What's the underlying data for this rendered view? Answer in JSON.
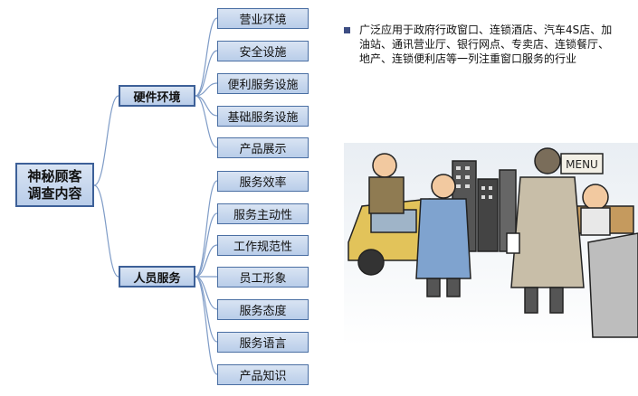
{
  "root": {
    "line1": "神秘顾客",
    "line2": "调查内容"
  },
  "groups": [
    {
      "label": "硬件环境",
      "items": [
        "营业环境",
        "安全设施",
        "便利服务设施",
        "基础服务设施",
        "产品展示"
      ]
    },
    {
      "label": "人员服务",
      "items": [
        "服务效率",
        "服务主动性",
        "工作规范性",
        "员工形象",
        "服务态度",
        "服务语言",
        "产品知识"
      ]
    }
  ],
  "note": "广泛应用于政府行政窗口、连锁酒店、汽车4S店、加油站、通讯营业厅、银行网点、专卖店、连锁餐厅、地产、连锁便利店等一列注重窗口服务的行业",
  "illustration": {
    "sign": "MENU"
  },
  "colors": {
    "box_fill": "#c9d8ee",
    "box_border": "#4a6fa3",
    "connector": "#7f9cc7",
    "bullet": "#3d4d83"
  }
}
